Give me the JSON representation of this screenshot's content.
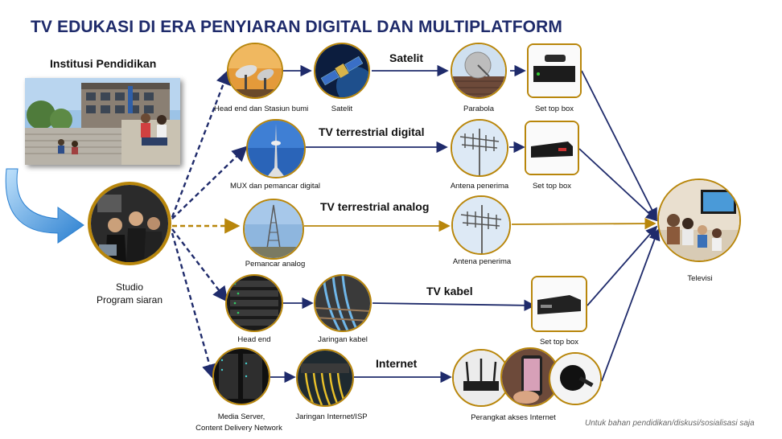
{
  "title": "TV EDUKASI DI ERA PENYIARAN DIGITAL DAN MULTIPLATFORM",
  "institution": {
    "label": "Institusi Pendidikan"
  },
  "studio": {
    "line1": "Studio",
    "line2": "Program siaran"
  },
  "channels": {
    "satelit": "Satelit",
    "terrestrial_digital": "TV terrestrial digital",
    "terrestrial_analog": "TV terrestrial analog",
    "kabel": "TV kabel",
    "internet": "Internet"
  },
  "nodes": {
    "head_end_stasiun": "Head end dan Stasiun bumi",
    "satelit": "Satelit",
    "parabola": "Parabola",
    "stb_satelit": "Set top box",
    "mux": "MUX dan pemancar digital",
    "antena_digital": "Antena  penerima",
    "stb_digital": "Set top box",
    "pemancar_analog": "Pemancar analog",
    "antena_analog": "Antena penerima",
    "head_end": "Head end",
    "jaringan_kabel": "Jaringan kabel",
    "stb_kabel": "Set top box",
    "media_server_1": "Media Server,",
    "media_server_2": "Content Delivery Network",
    "jaringan_internet": "Jaringan Internet/ISP",
    "perangkat": "Perangkat akses Internet",
    "televisi": "Televisi"
  },
  "footer": "Untuk bahan pendidikan/diskusi/sosialisasi saja",
  "colors": {
    "title": "#1f2b6b",
    "arrow_navy": "#1f2b6b",
    "arrow_gold": "#b8860b",
    "ring": "#b8860b",
    "big_arrow": "#3a8fd8"
  }
}
